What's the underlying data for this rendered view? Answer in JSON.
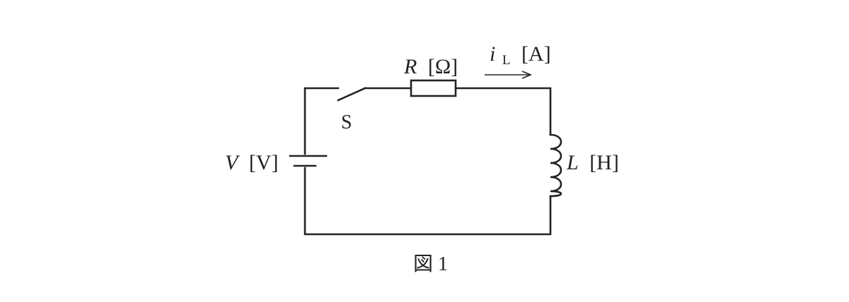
{
  "diagram": {
    "resistor": {
      "symbol": "R",
      "unit": "[Ω]"
    },
    "current": {
      "symbol": "i",
      "subscript": "L",
      "unit": "[A]"
    },
    "switch": {
      "label": "S"
    },
    "source": {
      "symbol": "V",
      "unit": "[V]"
    },
    "inductor": {
      "symbol": "L",
      "unit": "[H]"
    },
    "caption": "図 1"
  }
}
